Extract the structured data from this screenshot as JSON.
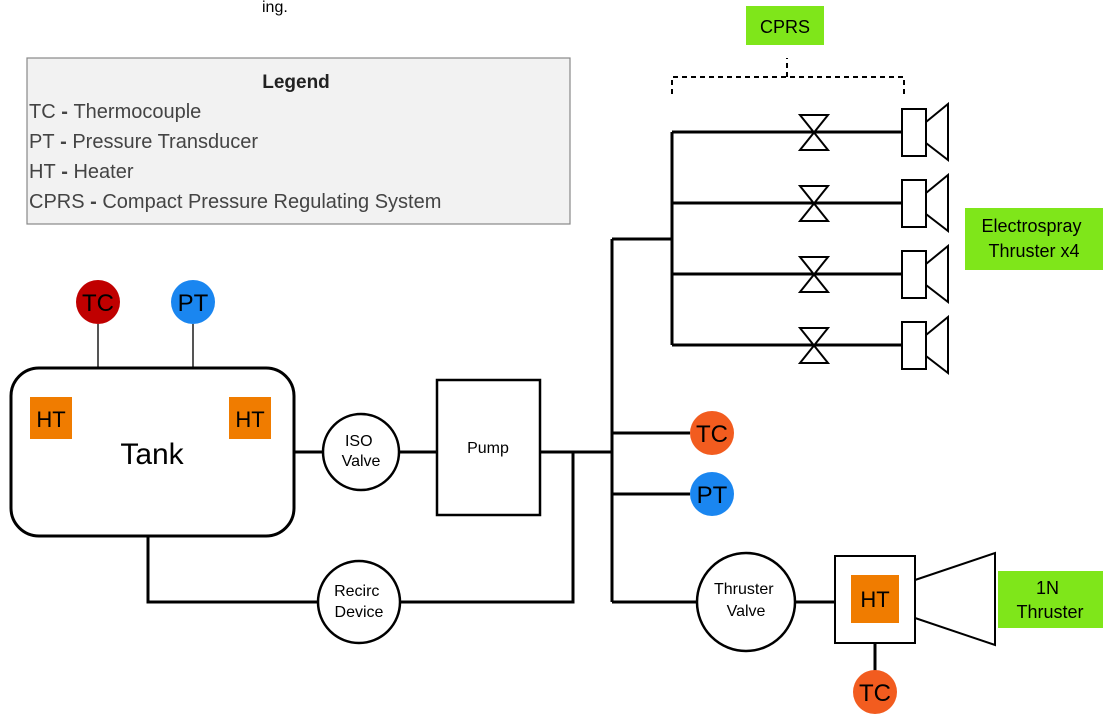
{
  "top_caption": "ing.",
  "legend": {
    "title": "Legend",
    "items": [
      {
        "abbr": "TC",
        "desc": "Thermocouple"
      },
      {
        "abbr": "PT",
        "desc": "Pressure Transducer"
      },
      {
        "abbr": "HT",
        "desc": "Heater"
      },
      {
        "abbr": "CPRS",
        "desc": "Compact Pressure Regulating System"
      }
    ],
    "separator": " - "
  },
  "labels": {
    "cprs": "CPRS",
    "electrospray": [
      "Electrospray",
      "Thruster x4"
    ],
    "thruster_1n": [
      "1N",
      "Thruster"
    ],
    "tank": "Tank",
    "heater": "HT",
    "iso_valve": [
      "ISO",
      "Valve"
    ],
    "pump": "Pump",
    "recirc": [
      "Recirc",
      "Device"
    ],
    "thruster_valve": [
      "Thruster",
      "Valve"
    ],
    "tc": "TC",
    "pt": "PT"
  },
  "colors": {
    "tc_dark": "#c00000",
    "tc": "#f25c1f",
    "pt": "#1a86f0",
    "heater": "#f07c00",
    "green_label": "#7fe61a",
    "legend_bg": "#f2f2f2",
    "line": "#000000"
  }
}
